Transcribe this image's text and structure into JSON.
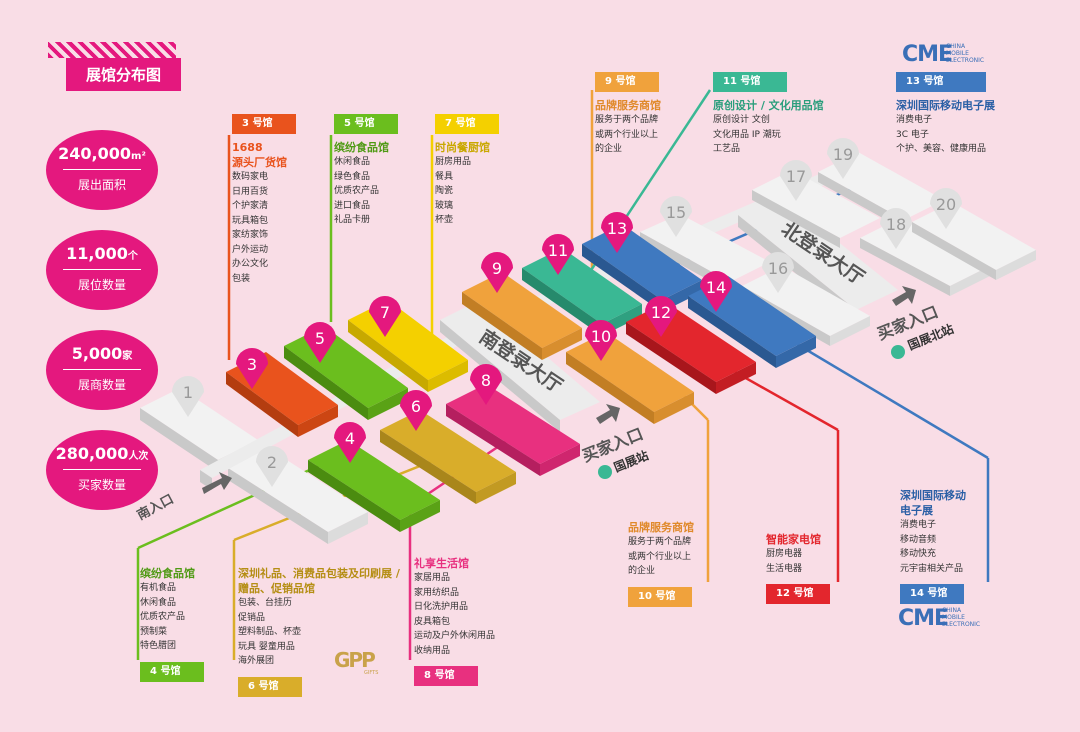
{
  "title": "展馆分布图",
  "stats": [
    {
      "value": "240,000",
      "unit": "m²",
      "label": "展出面积"
    },
    {
      "value": "11,000",
      "unit": "个",
      "label": "展位数量"
    },
    {
      "value": "5,000",
      "unit": "家",
      "label": "展商数量"
    },
    {
      "value": "280,000",
      "unit": "人次",
      "label": "买家数量"
    }
  ],
  "logo": {
    "big": "CME",
    "line1": "CHINA",
    "line2": "MOBILE",
    "line3": "ELECTRONIC"
  },
  "gpp_logo": {
    "big": "GPP",
    "small": "GIFTS"
  },
  "halls": {
    "h3": {
      "tag": "3 号馆",
      "head1": "1688",
      "head2": "源头厂货馆",
      "items": [
        "数码家电",
        "日用百货",
        "个护家清",
        "玩具箱包",
        "家纺家饰",
        "户外运动",
        "办公文化",
        "包装"
      ],
      "color": "#e9531d"
    },
    "h5": {
      "tag": "5 号馆",
      "head1": "缤纷食品馆",
      "items": [
        "休闲食品",
        "绿色食品",
        "优质农产品",
        "进口食品",
        "礼品卡册"
      ],
      "color": "#6bbe1e"
    },
    "h7": {
      "tag": "7 号馆",
      "head1": "时尚餐厨馆",
      "items": [
        "厨房用品",
        "餐具",
        "陶瓷",
        "玻璃",
        "杯壶"
      ],
      "color": "#f4d000"
    },
    "h9": {
      "tag": "9 号馆",
      "head1": "品牌服务商馆",
      "items": [
        "服务于两个品牌",
        "或两个行业以上",
        "的企业"
      ],
      "color": "#f0a23c"
    },
    "h11": {
      "tag": "11 号馆",
      "head1": "原创设计 / 文化用品馆",
      "items": [
        "原创设计  文创",
        "文化用品  IP 潮玩",
        "工艺品"
      ],
      "color": "#3ab894"
    },
    "h13": {
      "tag": "13 号馆",
      "head1": "深圳国际移动电子展",
      "items": [
        "消费电子",
        "3C 电子",
        "个护、美容、健康用品"
      ],
      "color": "#3f79c0"
    },
    "h4": {
      "tag": "4 号馆",
      "head1": "缤纷食品馆",
      "items": [
        "有机食品",
        "休闲食品",
        "优质农产品",
        "预制菜",
        "特色腊团"
      ],
      "color": "#6bbe1e"
    },
    "h6": {
      "tag": "6 号馆",
      "head1": "深圳礼品、消费品包装及印刷展 /",
      "head2": "赠品、促销品馆",
      "items": [
        "包装、台挂历",
        "促销品",
        "塑料制品、杯壶",
        "玩具  婴童用品",
        "海外展团"
      ],
      "color": "#d9ad2a"
    },
    "h8": {
      "tag": "8 号馆",
      "head1": "礼享生活馆",
      "items": [
        "家居用品",
        "家用纺织品",
        "日化洗护用品",
        "皮具箱包",
        "运动及户外休闲用品",
        "收纳用品"
      ],
      "color": "#e8307f"
    },
    "h10": {
      "tag": "10 号馆",
      "head1": "品牌服务商馆",
      "items": [
        "服务于两个品牌",
        "或两个行业以上",
        "的企业"
      ],
      "color": "#f0a23c"
    },
    "h12": {
      "tag": "12 号馆",
      "head1": "智能家电馆",
      "items": [
        "厨房电器",
        "生活电器"
      ],
      "color": "#e3262d"
    },
    "h14": {
      "tag": "14 号馆",
      "head1": "深圳国际移动",
      "head2": "电子展",
      "items": [
        "消费电子",
        "移动音频",
        "移动快充",
        "元宇宙相关产品"
      ],
      "color": "#3f79c0"
    }
  },
  "map_labels": {
    "south_hall": "南登录大厅",
    "north_hall": "北登录大厅",
    "south_entry": "南入口",
    "buyer_entry_1": "买家入口",
    "station_1": "国展站",
    "buyer_entry_2": "买家入口",
    "station_2": "国展北站",
    "numbers": [
      "1",
      "2",
      "3",
      "4",
      "5",
      "6",
      "7",
      "8",
      "9",
      "10",
      "11",
      "12",
      "13",
      "14",
      "15",
      "16",
      "17",
      "18",
      "19",
      "20"
    ]
  }
}
